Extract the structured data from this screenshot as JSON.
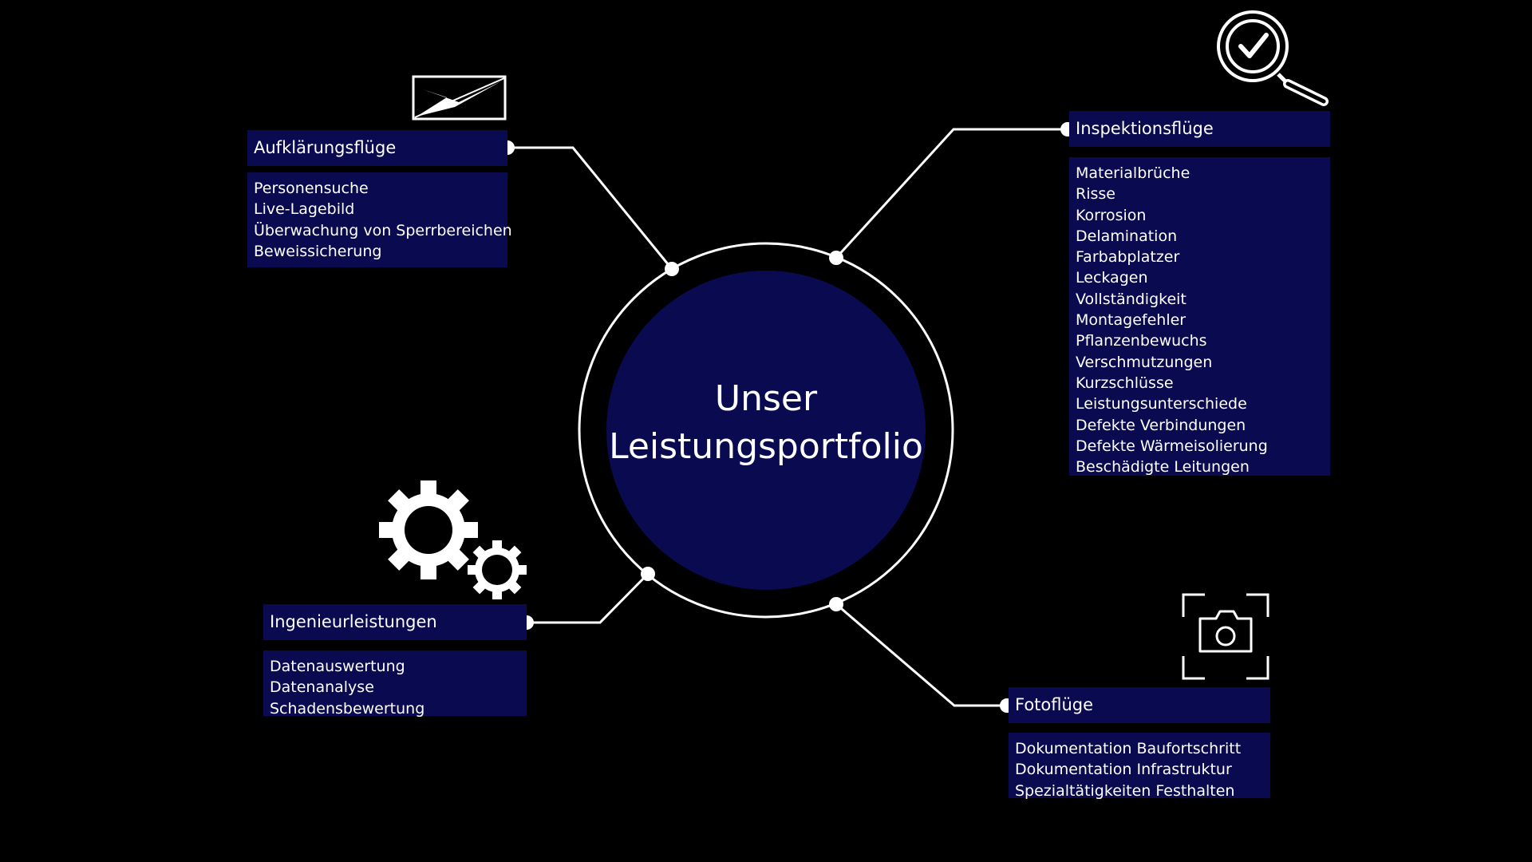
{
  "center": {
    "line1": "Unser",
    "line2": "Leistungsportfolio"
  },
  "colors": {
    "background": "#000000",
    "box": "#0a0a50",
    "line": "#ffffff"
  },
  "categories": {
    "aufklaerung": {
      "icon": "envelope-icon",
      "title": "Aufklärungsflüge",
      "items": [
        "Personensuche",
        "Live-Lagebild",
        "Überwachung von Sperrbereichen",
        "Beweissicherung"
      ]
    },
    "inspektion": {
      "icon": "magnifier-check-icon",
      "title": "Inspektionsflüge",
      "items": [
        "Materialbrüche",
        "Risse",
        "Korrosion",
        "Delamination",
        "Farbabplatzer",
        "Leckagen",
        "Vollständigkeit",
        "Montagefehler",
        "Pflanzenbewuchs",
        "Verschmutzungen",
        "Kurzschlüsse",
        "Leistungsunterschiede",
        "Defekte Verbindungen",
        "Defekte Wärmeisolierung",
        "Beschädigte Leitungen"
      ]
    },
    "ingenieur": {
      "icon": "gears-icon",
      "title": "Ingenieurleistungen",
      "items": [
        "Datenauswertung",
        "Datenanalyse",
        "Schadensbewertung"
      ]
    },
    "foto": {
      "icon": "camera-icon",
      "title": "Fotoflüge",
      "items": [
        "Dokumentation Baufortschritt",
        "Dokumentation Infrastruktur",
        "Spezialtätigkeiten Festhalten"
      ]
    }
  }
}
